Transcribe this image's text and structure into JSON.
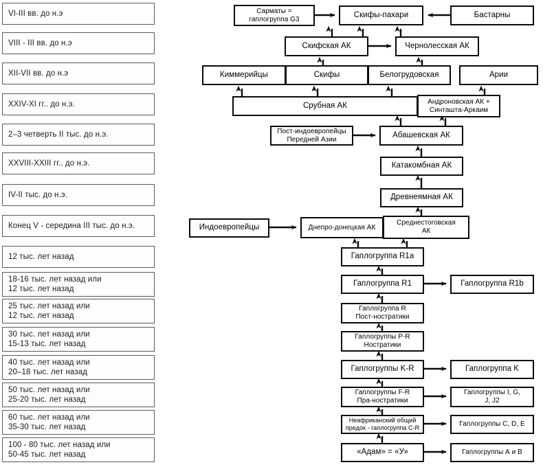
{
  "diagram": {
    "title": "Haplogroup and archaeological-culture descent chart",
    "colors": {
      "box_border": "#0a0a0a",
      "period_border": "#5a5a5a",
      "background": "#ffffff",
      "text": "#000000"
    }
  },
  "periods": [
    {
      "lines": [
        "VI-III вв. до н.э"
      ]
    },
    {
      "lines": [
        "VIII - III вв. до н.э"
      ]
    },
    {
      "lines": [
        "XII-VII вв. до н.э"
      ]
    },
    {
      "lines": [
        "XXIV-XI гг.. до н.э."
      ]
    },
    {
      "lines": [
        "2–3 четверть II тыс. до н.э."
      ]
    },
    {
      "lines": [
        "XXVIII-XXIII гг.. до н.э."
      ]
    },
    {
      "lines": [
        "IV-II тыс. до н.э."
      ]
    },
    {
      "lines": [
        "Конец V - середина III тыс. до н.э."
      ]
    },
    {
      "lines": [
        "12 тыс. лет назад"
      ]
    },
    {
      "lines": [
        "18-16 тыс. лет назад или",
        "12 тыс. лет назад"
      ]
    },
    {
      "lines": [
        "25 тыс. лет назад или",
        "12 тыс. лет назад"
      ]
    },
    {
      "lines": [
        "30 тыс. лет назад или",
        "15-13 тыс. лет назад"
      ]
    },
    {
      "lines": [
        "40 тыс. лет назад или",
        "20–18 тыс. лет назад"
      ]
    },
    {
      "lines": [
        "50 тыс. лет назад или",
        "25-20 тыс. лет назад"
      ]
    },
    {
      "lines": [
        "60 тыс. лет назад или",
        "35-30 тыс. лет назад"
      ]
    },
    {
      "lines": [
        "100 - 80 тыс. лет назад или",
        "50-45 тыс. лет назад"
      ]
    }
  ],
  "nodes": [
    {
      "id": "sarmaty",
      "lines": [
        "Сарматы =",
        "гаплогруппа G3"
      ]
    },
    {
      "id": "skify-pahari",
      "lines": [
        "Скифы-пахари"
      ]
    },
    {
      "id": "bastarny",
      "lines": [
        "Бастарны"
      ]
    },
    {
      "id": "skifskaya-ak",
      "lines": [
        "Скифская АК"
      ]
    },
    {
      "id": "chernolesskaya",
      "lines": [
        "Чернолесская АК"
      ]
    },
    {
      "id": "kimmeriycy",
      "lines": [
        "Киммерийцы"
      ]
    },
    {
      "id": "skify",
      "lines": [
        "Скифы"
      ]
    },
    {
      "id": "belogrudovskaya",
      "lines": [
        "Белогрудовская"
      ]
    },
    {
      "id": "arii",
      "lines": [
        "Арии"
      ]
    },
    {
      "id": "srubnaya",
      "lines": [
        "Срубная АК"
      ]
    },
    {
      "id": "andronovskaya",
      "lines": [
        "Андроновская АК +",
        "Синташта-Аркаим"
      ]
    },
    {
      "id": "post-ie",
      "lines": [
        "Пост-индоевропейцы",
        "Передней Азии"
      ]
    },
    {
      "id": "abashevskaya",
      "lines": [
        "Абашевская АК"
      ]
    },
    {
      "id": "katakombnaya",
      "lines": [
        "Катакомбная АК"
      ]
    },
    {
      "id": "drevneyamnaya",
      "lines": [
        "Древнеямная АК"
      ]
    },
    {
      "id": "indoevropeycy",
      "lines": [
        "Индоевропейцы"
      ]
    },
    {
      "id": "dnepro-donec",
      "lines": [
        "Днепро-донецкая АК"
      ]
    },
    {
      "id": "srednestogov",
      "lines": [
        "Среднестоговская",
        "АК"
      ]
    },
    {
      "id": "r1a",
      "lines": [
        "Гаплогруппа R1a"
      ]
    },
    {
      "id": "r1",
      "lines": [
        "Гаплогруппа R1"
      ]
    },
    {
      "id": "r1b",
      "lines": [
        "Гаплогруппа R1b"
      ]
    },
    {
      "id": "r-post",
      "lines": [
        "Гаплогруппа R",
        "Пост-ностратики"
      ]
    },
    {
      "id": "pr-nostr",
      "lines": [
        "Гаплогруппы P-R",
        "Ностратики"
      ]
    },
    {
      "id": "kr",
      "lines": [
        "Гаплогруппы K-R"
      ]
    },
    {
      "id": "k",
      "lines": [
        "Гаплогруппа K"
      ]
    },
    {
      "id": "fr-pra",
      "lines": [
        "Гаплогруппы F-R",
        "Пра-ностратики"
      ]
    },
    {
      "id": "igjj2",
      "lines": [
        "Гаплогруппы I, G,",
        "J, J2"
      ]
    },
    {
      "id": "cr",
      "lines": [
        "Неафриканский общий",
        "предок - гаплогруппа C-R"
      ]
    },
    {
      "id": "cde",
      "lines": [
        "Гаплогруппы C, D, E"
      ]
    },
    {
      "id": "adam",
      "lines": [
        "«Адам» = «У»"
      ]
    },
    {
      "id": "ab",
      "lines": [
        "Гаплогруппы А и В"
      ]
    }
  ]
}
